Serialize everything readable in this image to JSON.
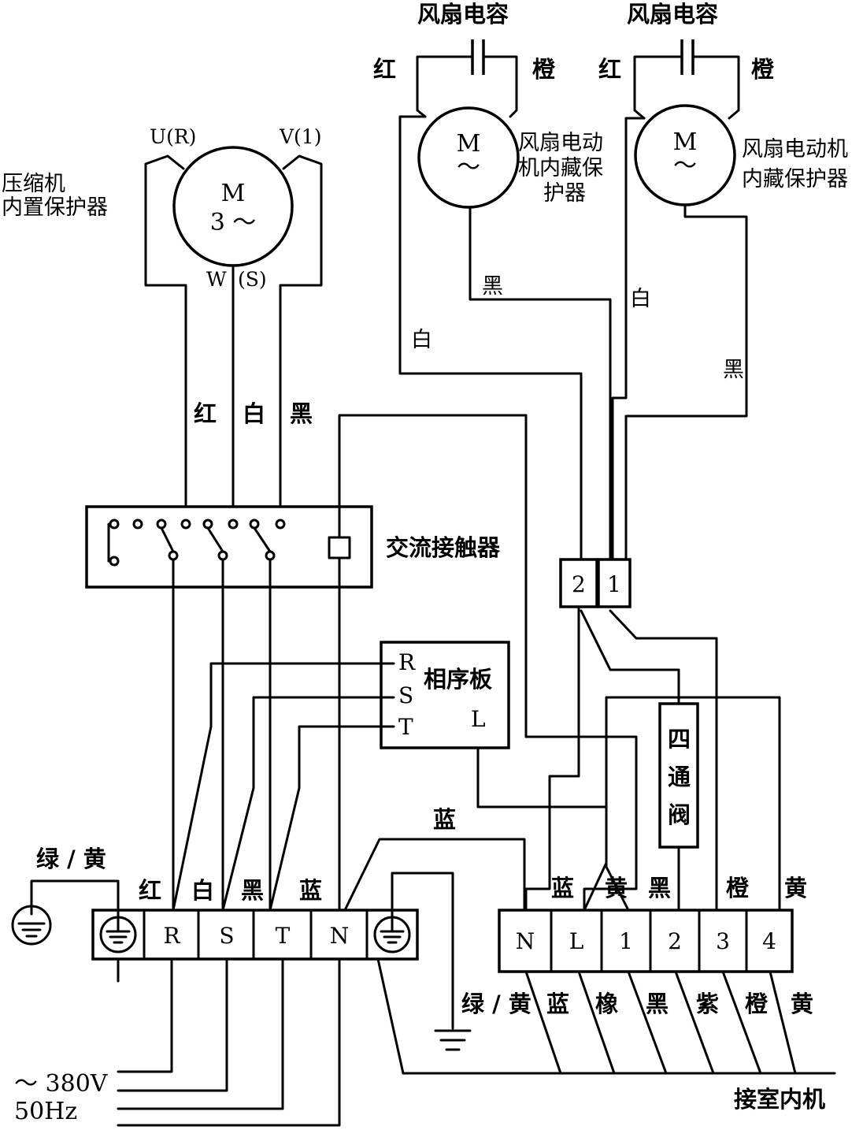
{
  "compressor": {
    "label_line1": "压缩机",
    "label_line2": "内置保护器",
    "motor_symbol": "M",
    "motor_phase": "3 ～",
    "terminal_u": "U(R)",
    "terminal_v": "V(1)",
    "terminal_w": "W",
    "terminal_s": "(S)",
    "wire_red": "红",
    "wire_white": "白",
    "wire_black": "黑"
  },
  "fan1": {
    "capacitor_label": "风扇电容",
    "wire_red": "红",
    "wire_orange": "橙",
    "motor_symbol": "M",
    "motor_tilde": "～",
    "protector_line1": "风扇电动",
    "protector_line2": "机内藏保",
    "protector_line3": "护器",
    "wire_black": "黑",
    "wire_white": "白"
  },
  "fan2": {
    "capacitor_label": "风扇电容",
    "wire_red": "红",
    "wire_orange": "橙",
    "motor_symbol": "M",
    "motor_tilde": "～",
    "protector_line1": "风扇电动机",
    "protector_line2": "内藏保护器",
    "wire_white": "白",
    "wire_black": "黑"
  },
  "contactor": {
    "label": "交流接触器"
  },
  "connector": {
    "pin2": "2",
    "pin1": "1"
  },
  "phase_board": {
    "label": "相序板",
    "r": "R",
    "s": "S",
    "t": "T",
    "l": "L"
  },
  "four_way_valve": {
    "line1": "四",
    "line2": "通",
    "line3": "阀"
  },
  "power_block": {
    "ground_wire": "绿 / 黄",
    "wire_red": "红",
    "wire_white": "白",
    "wire_black": "黑",
    "wire_blue": "蓝",
    "blue_jumper": "蓝",
    "terminals": [
      "R",
      "S",
      "T",
      "N"
    ],
    "supply_voltage": "～ 380V",
    "supply_freq": "50Hz"
  },
  "indoor_block": {
    "top_wires": [
      "蓝",
      "黄",
      "黑",
      "橙",
      "黄"
    ],
    "terminals": [
      "N",
      "L",
      "1",
      "2",
      "3",
      "4"
    ],
    "bottom_wires": [
      "绿 / 黄",
      "蓝",
      "橡",
      "黑",
      "紫",
      "橙",
      "黄"
    ],
    "to_indoor": "接室内机"
  }
}
